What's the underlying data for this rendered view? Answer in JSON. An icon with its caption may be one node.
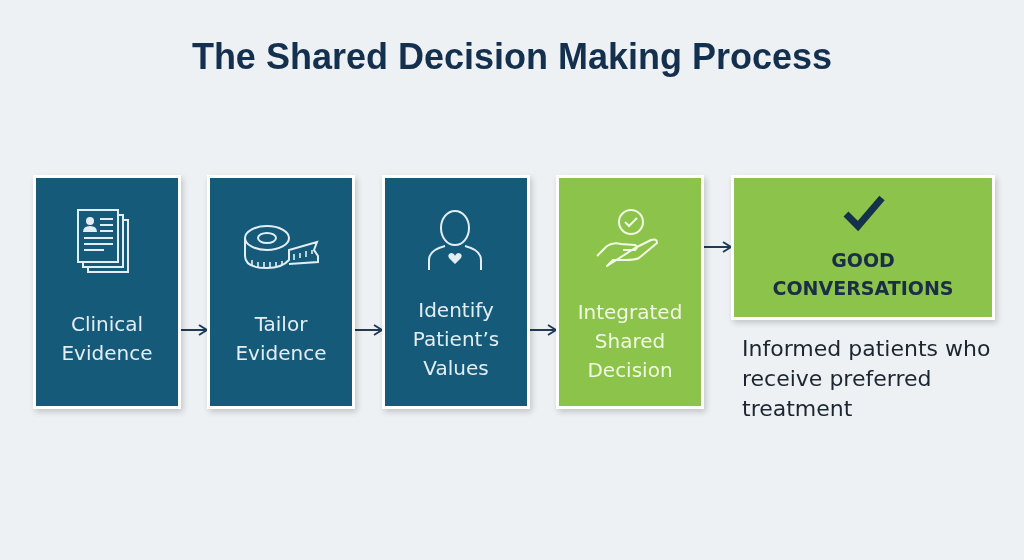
{
  "diagram": {
    "title": "The Shared Decision Making Process",
    "nodes": [
      {
        "text": [
          "Clinical Evidence"
        ]
      },
      {
        "text": [
          "Tailor Evidence"
        ]
      },
      {
        "text": [
          "Identify Patient’s Values"
        ]
      },
      {
        "text": [
          "Integrated Shared Decision"
        ]
      },
      {
        "text": [
          "GOOD CONVERSATIONS"
        ],
        "beside": [
          "Informed patients who receive preferred treatment"
        ]
      }
    ],
    "edges": [
      {
        "from": 0,
        "to": 1,
        "arrow": "to"
      },
      {
        "from": 1,
        "to": 2,
        "arrow": "to"
      },
      {
        "from": 2,
        "to": 3,
        "arrow": "to"
      },
      {
        "from": 3,
        "to": 4,
        "arrow": "to"
      }
    ]
  }
}
